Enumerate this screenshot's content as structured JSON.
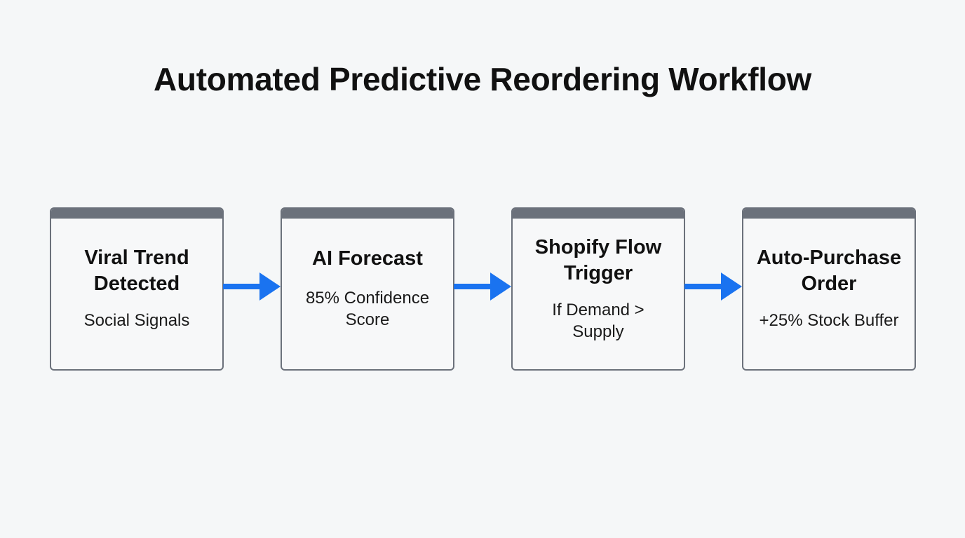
{
  "title": "Automated Predictive Reordering Workflow",
  "colors": {
    "arrow": "#1a73f0",
    "box_border": "#6b717b",
    "background": "#f5f7f8"
  },
  "steps": [
    {
      "title_lines": [
        "Viral Trend",
        "Detected"
      ],
      "subtitle_lines": [
        "Social Signals"
      ]
    },
    {
      "title_lines": [
        "AI Forecast"
      ],
      "subtitle_lines": [
        "85% Confidence",
        "Score"
      ]
    },
    {
      "title_lines": [
        "Shopify Flow",
        "Trigger"
      ],
      "subtitle_lines": [
        "If Demand >",
        "Supply"
      ]
    },
    {
      "title_lines": [
        "Auto-Purchase",
        "Order"
      ],
      "subtitle_lines": [
        "+25% Stock Buffer"
      ]
    }
  ],
  "arrows": [
    {
      "from": "Viral Trend Detected",
      "to": "AI Forecast",
      "icon": "arrow-right-icon"
    },
    {
      "from": "AI Forecast",
      "to": "Shopify Flow Trigger",
      "icon": "arrow-right-icon"
    },
    {
      "from": "Shopify Flow Trigger",
      "to": "Auto-Purchase Order",
      "icon": "arrow-right-icon"
    }
  ]
}
